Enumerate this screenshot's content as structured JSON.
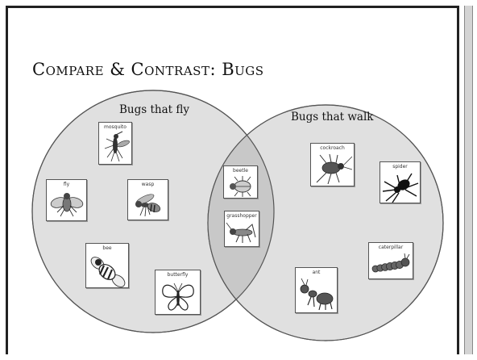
{
  "title": "Compare & Contrast: Bugs",
  "venn": {
    "left_label": "Bugs that fly",
    "right_label": "Bugs that walk"
  },
  "bugs": {
    "mosquito": "mosquito",
    "fly": "fly",
    "wasp": "wasp",
    "bee": "bee",
    "butterfly": "butterfly",
    "beetle": "beetle",
    "grasshopper": "grasshopper",
    "cockroach": "cockroach",
    "spider": "spider",
    "caterpillar": "caterpillar",
    "ant": "ant"
  },
  "colors": {
    "circle_fill": "#e0e0e0",
    "overlap_fill": "#c9c9c9",
    "stroke": "#555555"
  }
}
